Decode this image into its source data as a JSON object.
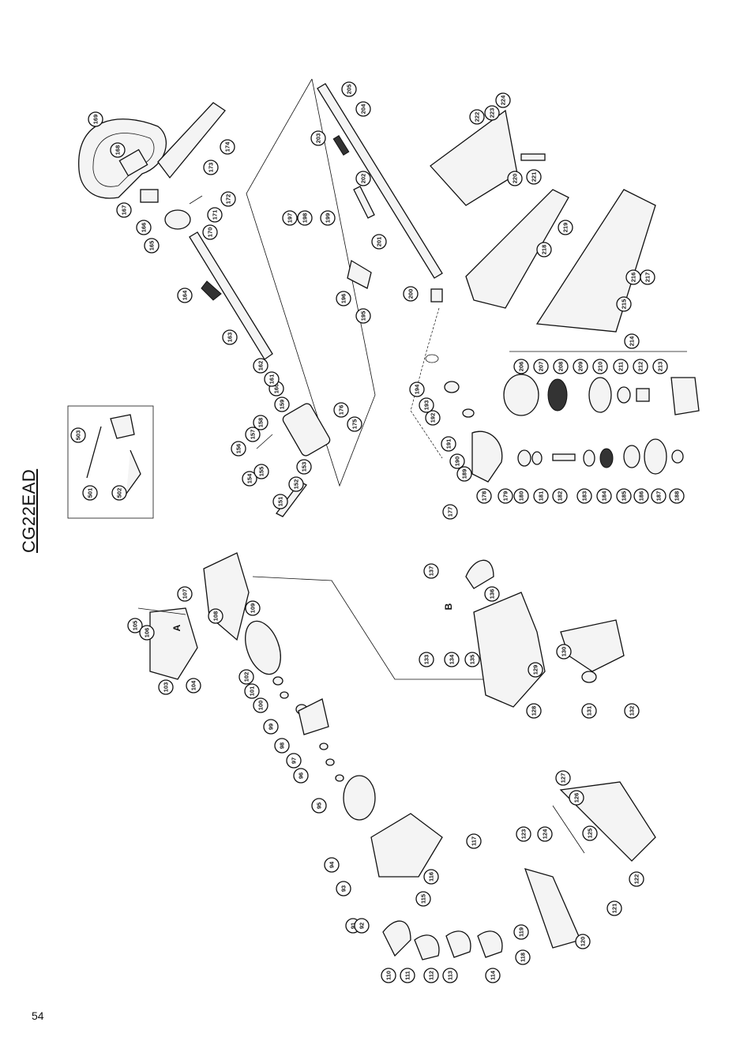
{
  "page": {
    "model": "CG22EAD",
    "number": "54"
  },
  "detail_labels": [
    "A",
    "B"
  ],
  "callouts": [
    "91",
    "92",
    "93",
    "94",
    "95",
    "96",
    "97",
    "98",
    "99",
    "100",
    "101",
    "102",
    "103",
    "104",
    "105",
    "106",
    "107",
    "108",
    "109",
    "110",
    "111",
    "112",
    "113",
    "114",
    "115",
    "116",
    "117",
    "118",
    "119",
    "120",
    "121",
    "122",
    "123",
    "124",
    "125",
    "126",
    "127",
    "128",
    "129",
    "130",
    "131",
    "132",
    "133",
    "134",
    "135",
    "136",
    "137",
    "151",
    "152",
    "153",
    "154",
    "155",
    "156",
    "157",
    "158",
    "159",
    "160",
    "161",
    "162",
    "163",
    "164",
    "165",
    "166",
    "167",
    "168",
    "169",
    "170",
    "171",
    "172",
    "173",
    "174",
    "175",
    "176",
    "177",
    "178",
    "179",
    "180",
    "181",
    "182",
    "183",
    "184",
    "185",
    "186",
    "187",
    "188",
    "189",
    "190",
    "191",
    "192",
    "193",
    "194",
    "195",
    "196",
    "197",
    "198",
    "199",
    "200",
    "201",
    "202",
    "203",
    "204",
    "205",
    "206",
    "207",
    "208",
    "209",
    "210",
    "211",
    "212",
    "213",
    "214",
    "215",
    "216",
    "217",
    "218",
    "219",
    "220",
    "221",
    "222",
    "223",
    "224",
    "501",
    "502",
    "503"
  ]
}
